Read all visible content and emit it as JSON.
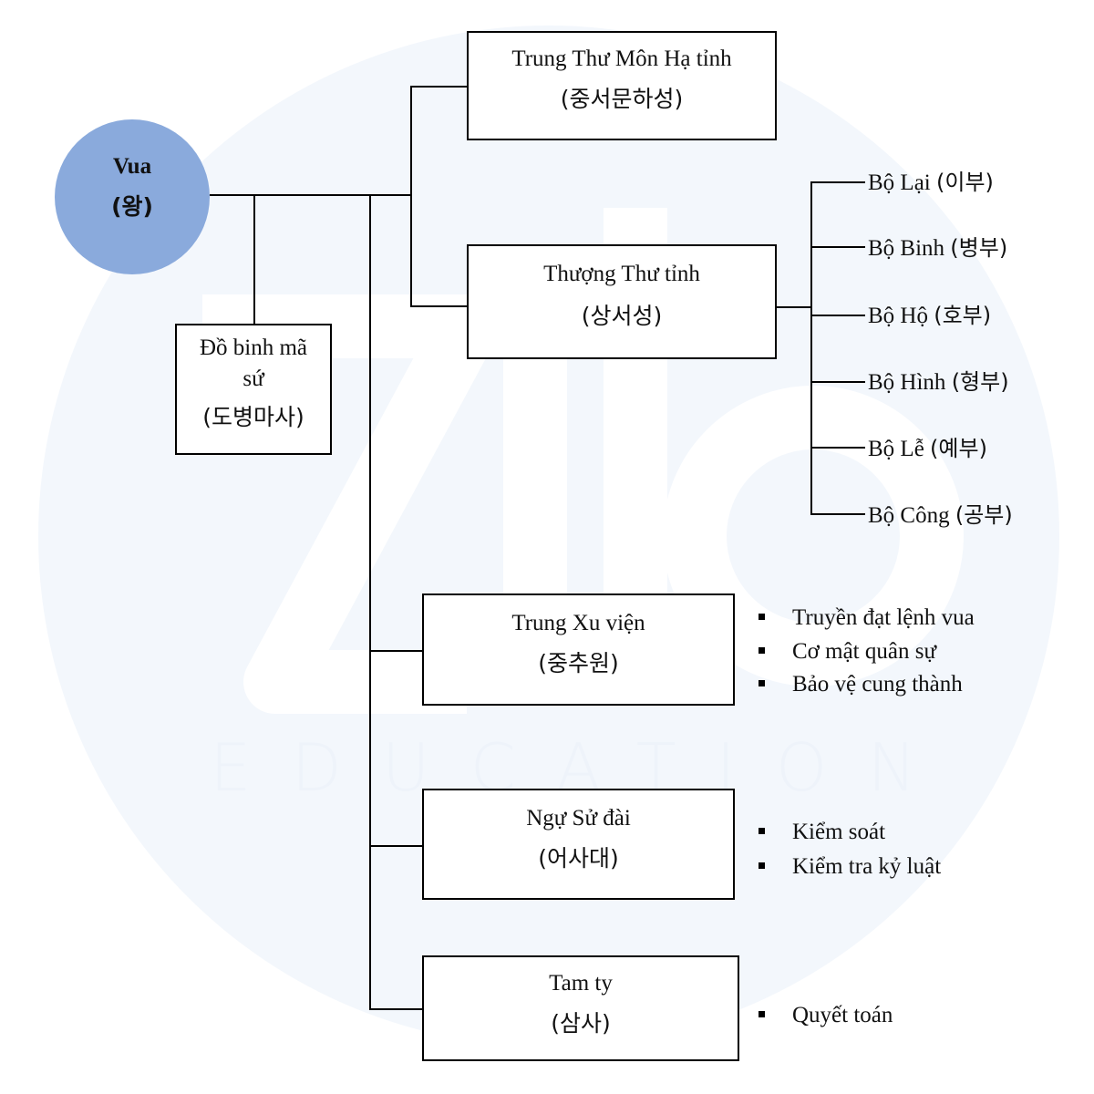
{
  "watermark": {
    "text": "EDUCATION"
  },
  "king": {
    "name": "Vua",
    "korean": "(왕)"
  },
  "dobyeong": {
    "name_line1": "Đồ binh mã",
    "name_line2": "sứ",
    "korean": "(도병마사)"
  },
  "junseo": {
    "name": "Trung Thư Môn Hạ tỉnh",
    "korean": "(중서문하성)"
  },
  "sangseo": {
    "name": "Thượng Thư tỉnh",
    "korean": "(상서성)"
  },
  "ministries": [
    {
      "name": "Bộ Lại",
      "korean": "(이부)"
    },
    {
      "name": "Bộ Binh",
      "korean": "(병부)"
    },
    {
      "name": "Bộ Hộ",
      "korean": "(호부)"
    },
    {
      "name": "Bộ Hình",
      "korean": "(형부)"
    },
    {
      "name": "Bộ Lễ",
      "korean": "(예부)"
    },
    {
      "name": "Bộ Công",
      "korean": "(공부)"
    }
  ],
  "jungchu": {
    "name": "Trung Xu viện",
    "korean": "(중추원)",
    "duties": [
      "Truyền đạt lệnh vua",
      "Cơ mật quân sự",
      "Bảo vệ cung thành"
    ]
  },
  "eosadae": {
    "name": "Ngự Sử đài",
    "korean": "(어사대)",
    "duties": [
      "Kiểm soát",
      "Kiểm tra kỷ luật"
    ]
  },
  "samsa": {
    "name": "Tam ty",
    "korean": "(삼사)",
    "duties": [
      "Quyết toán"
    ]
  }
}
